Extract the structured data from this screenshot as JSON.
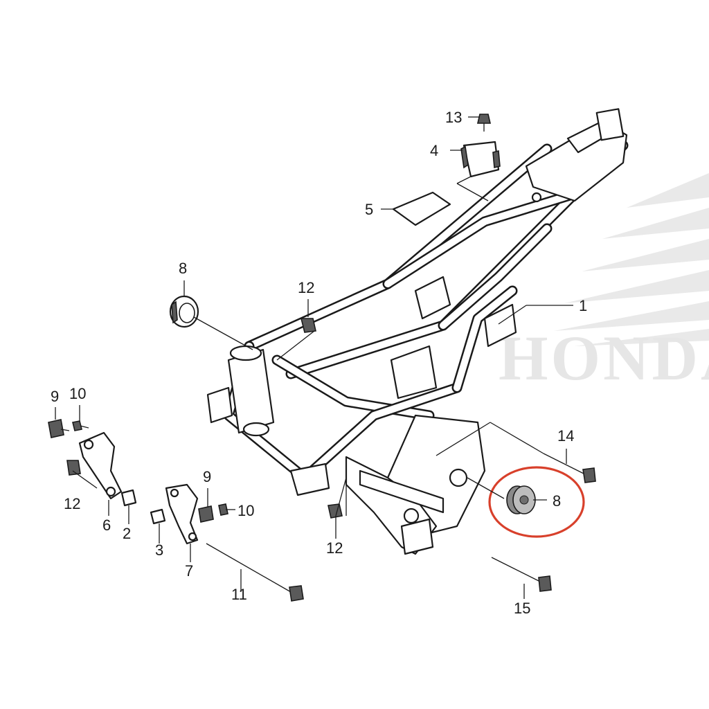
{
  "watermark": {
    "logo_text": "HONDA"
  },
  "callouts": {
    "c1": "1",
    "c2": "2",
    "c3": "3",
    "c4": "4",
    "c5": "5",
    "c6": "6",
    "c7": "7",
    "c8_top": "8",
    "c8_right": "8",
    "c9_left": "9",
    "c9_mid": "9",
    "c10_left": "10",
    "c10_mid": "10",
    "c11": "11",
    "c12_top": "12",
    "c12_left": "12",
    "c12_bottom": "12",
    "c13": "13",
    "c14": "14",
    "c15": "15"
  },
  "highlight": {
    "part": "8",
    "color": "#d8402b"
  },
  "colors": {
    "line": "#1a1a1a",
    "watermark": "#e6e6e6",
    "background": "#ffffff"
  }
}
